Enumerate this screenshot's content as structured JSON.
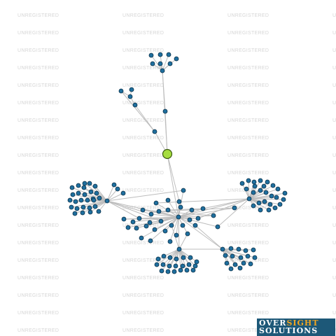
{
  "watermark": {
    "text": "UNREGISTERED"
  },
  "logo": {
    "over": "OVER",
    "sight": "SIGHT",
    "line2": "SOLUTIONS"
  },
  "colors": {
    "node": "#1f6f9e",
    "node_stroke": "#0b2f47",
    "focus": "#a6dd3f",
    "edge": "#bdbdbd",
    "logo_bg": "#1d5878",
    "logo_accent": "#f1a520"
  },
  "graph": {
    "focus_node": "company",
    "clusters": [
      "top",
      "upper-left",
      "left",
      "right",
      "center",
      "bottom-center",
      "bottom-right"
    ]
  }
}
